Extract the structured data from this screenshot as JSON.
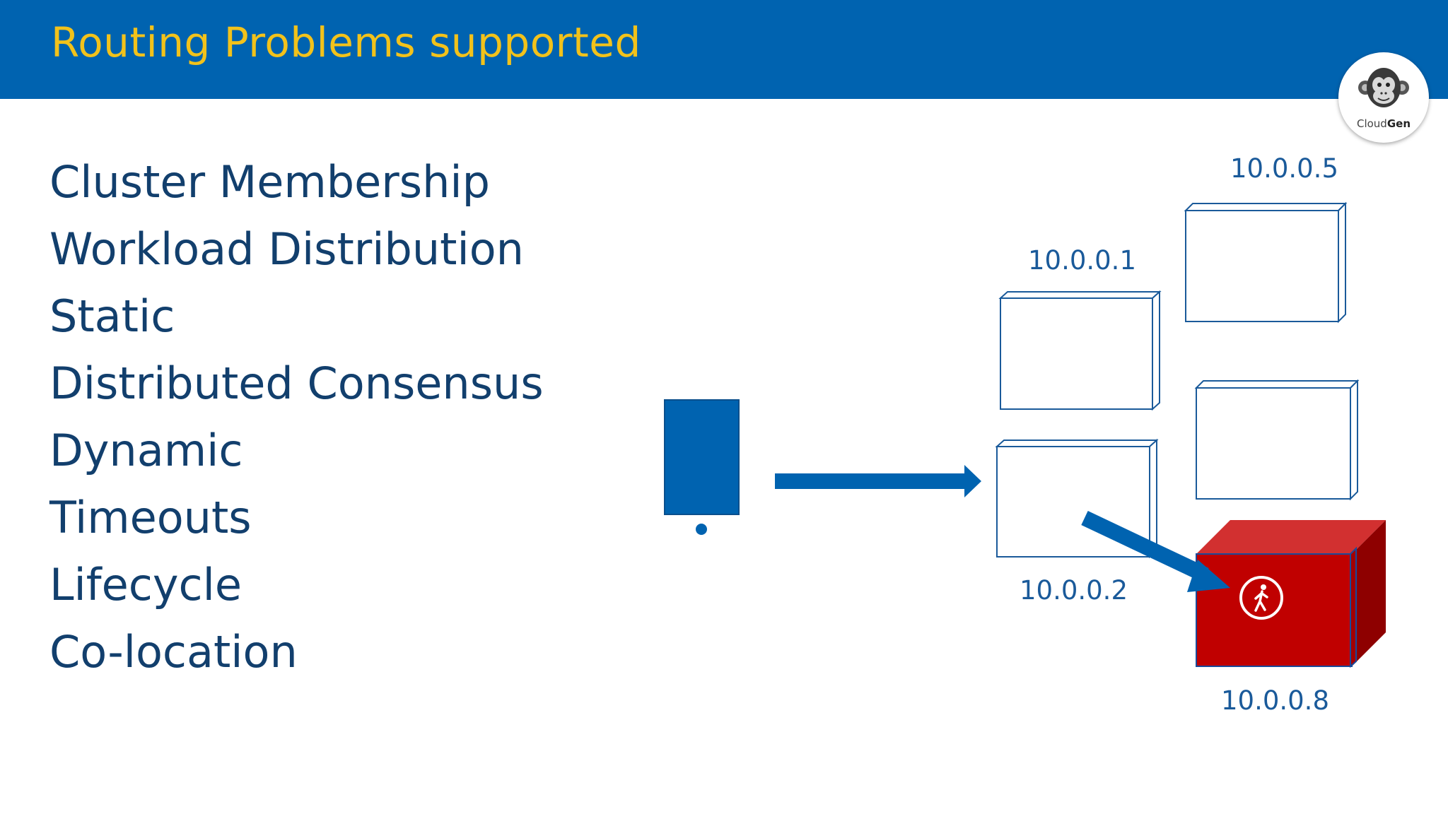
{
  "slide": {
    "title": "Routing Problems supported"
  },
  "logo": {
    "brand_prefix": "Cloud",
    "brand_suffix": "Gen",
    "icon": "monkey-icon"
  },
  "bullets": [
    "Cluster Membership",
    "Workload Distribution",
    "Static",
    "Distributed Consensus",
    "Dynamic",
    "Timeouts",
    "Lifecycle",
    "Co-location"
  ],
  "diagram": {
    "nodes": [
      {
        "ip": "10.0.0.1",
        "active": false
      },
      {
        "ip": "10.0.0.5",
        "active": false
      },
      {
        "ip": "10.0.0.2",
        "active": false
      },
      {
        "ip": "10.0.0.8",
        "active": true,
        "icon": "walking-person-icon"
      }
    ],
    "colors": {
      "primary": "#0063b0",
      "title": "#f2c21b",
      "active_node": "#c00000",
      "text": "#123f6d"
    }
  }
}
